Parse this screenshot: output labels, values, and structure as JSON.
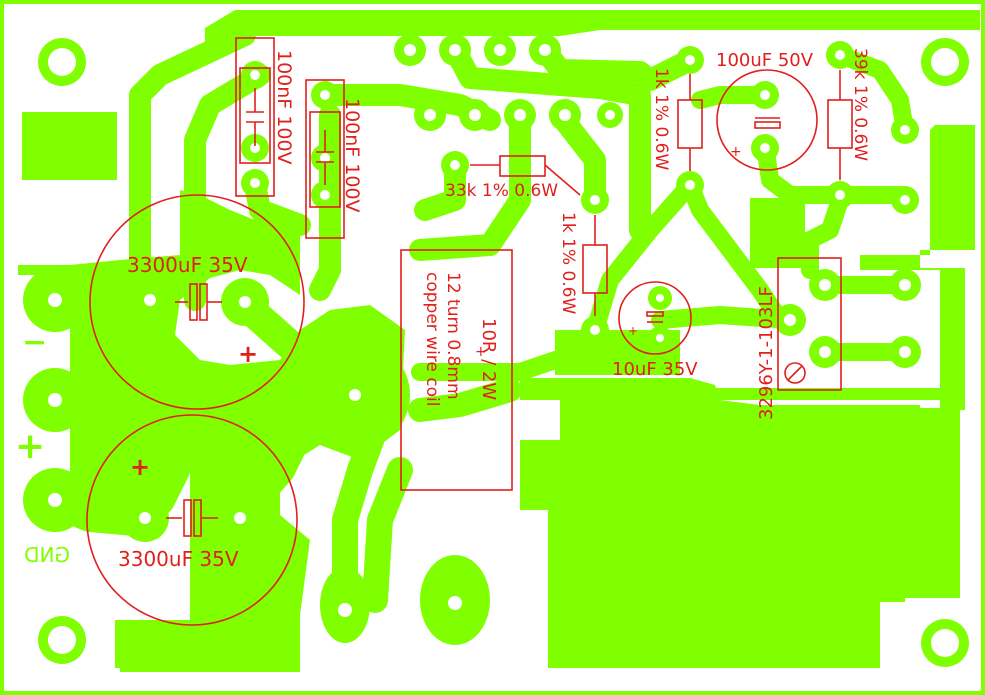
{
  "board": {
    "copper_color": "#7fff00",
    "silk_color": "#e0201c",
    "background_color": "#ffffff"
  },
  "labels": {
    "cap_100nf_a": "100nF 100V",
    "cap_100nf_b": "100nF 100V",
    "cap_3300_top": "3300uF 35V",
    "cap_3300_bottom": "3300uF 35V",
    "res_33k": "33k 1% 0.6W",
    "res_1k_mid": "1k 1% 0.6W",
    "res_1k_top": "1k 1% 0.6W",
    "cap_100uf": "100uF 50V",
    "res_39k": "39k 1% 0.6W",
    "cap_10uf": "10uF 35V",
    "trimmer": "3296Y-1-103LF",
    "coil_res": "10R / 2W",
    "coil_line1": "12 turn 0.8mm",
    "coil_line2": "copper wire coil",
    "plus_sign": "+",
    "minus_sign": "−",
    "gnd_label": "GND"
  }
}
